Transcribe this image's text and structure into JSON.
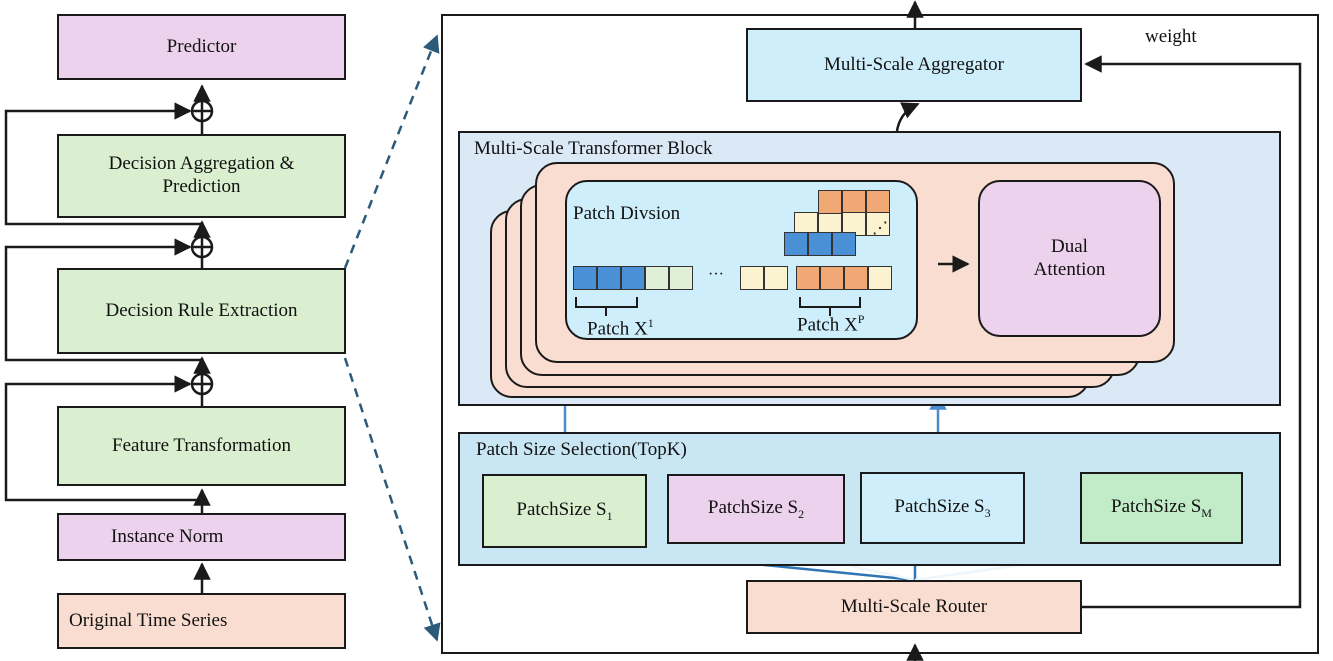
{
  "left_pipeline": {
    "predictor": "Predictor",
    "decision_aggregation": "Decision Aggregation & Prediction",
    "decision_rule_extraction": "Decision Rule Extraction",
    "feature_transformation": "Feature Transformation",
    "instance_norm": "Instance Norm",
    "original_time_series": "Original Time Series"
  },
  "right_panel": {
    "aggregator": "Multi-Scale Aggregator",
    "weight_label": "weight",
    "transformer_block_title": "Multi-Scale Transformer Block",
    "patch_division_title": "Patch Divsion",
    "patch_x1_label": "Patch X",
    "patch_x1_sup": "1",
    "patch_xp_label": "Patch X",
    "patch_xp_sup": "P",
    "ellipsis": "···",
    "dual_attention": "Dual Attention",
    "patch_size_selection_title": "Patch Size Selection(TopK)",
    "patch_sizes": [
      {
        "label": "PatchSize S",
        "sub": "1"
      },
      {
        "label": "PatchSize S",
        "sub": "2"
      },
      {
        "label": "PatchSize S",
        "sub": "3"
      },
      {
        "label": "PatchSize S",
        "sub": "M"
      }
    ],
    "router": "Multi-Scale Router"
  }
}
